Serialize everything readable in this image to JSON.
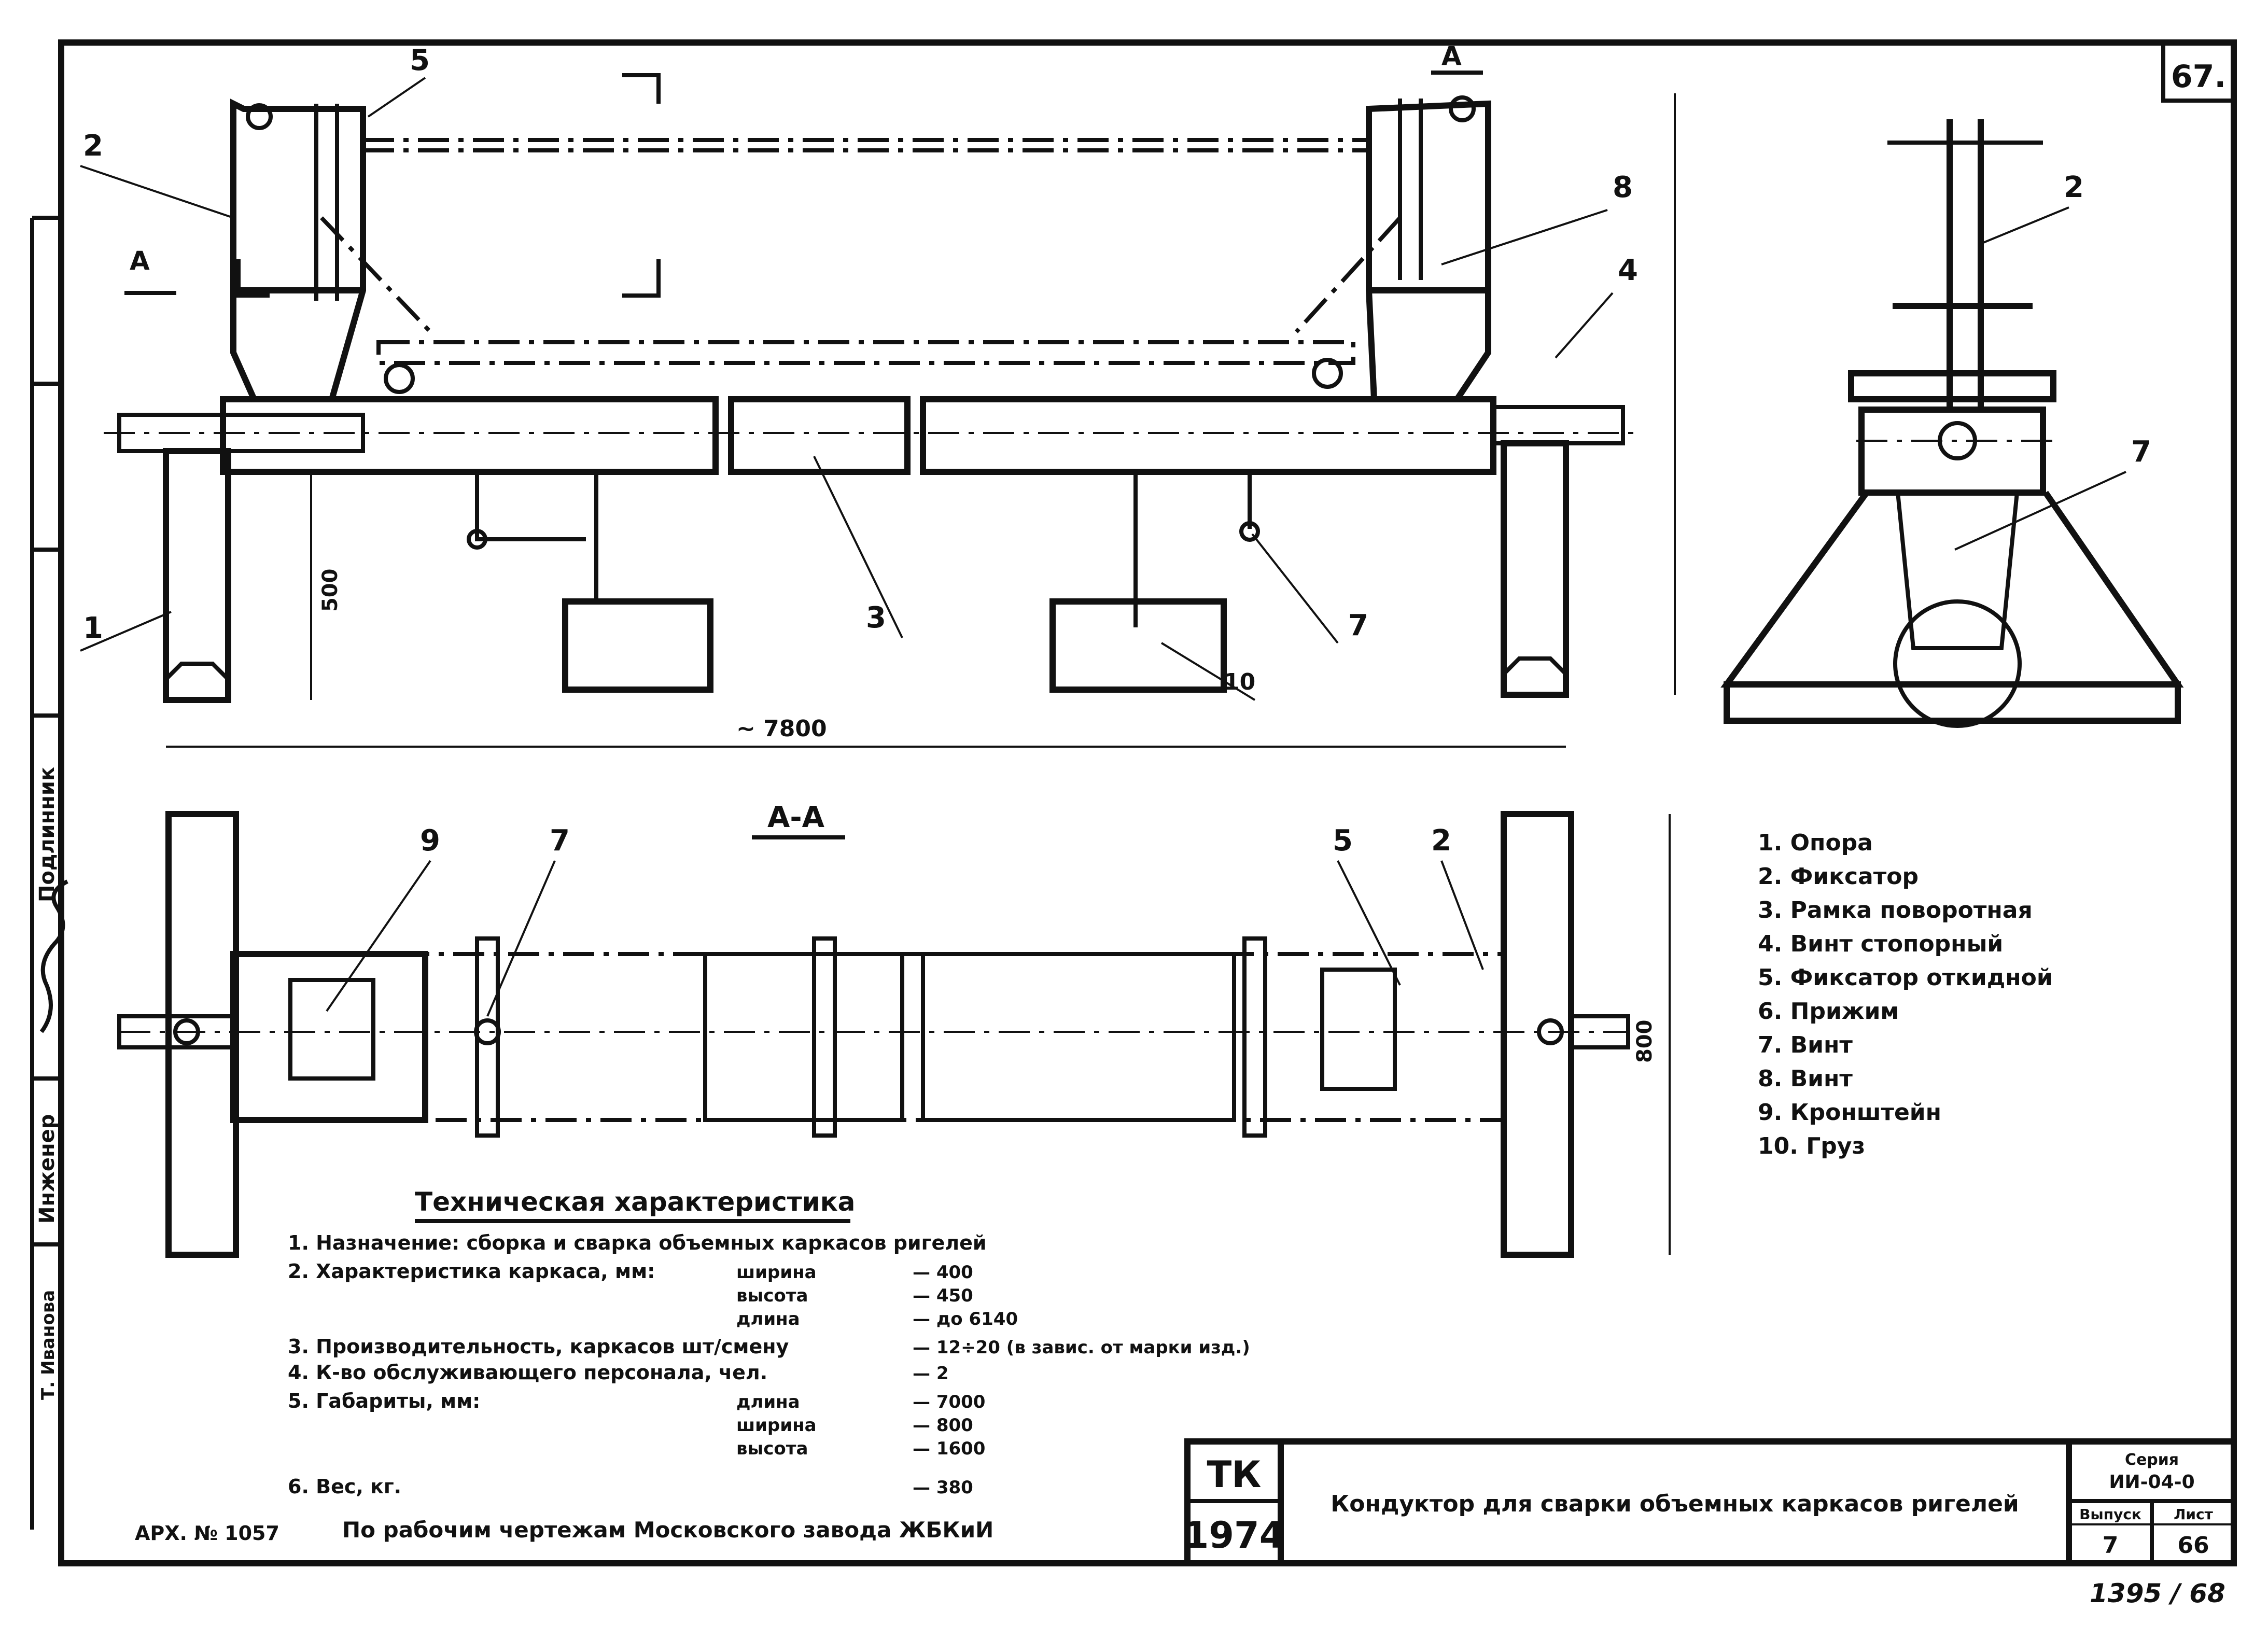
{
  "sheet": {
    "page_number": "67.",
    "bottom_right_note": "1395 / 68",
    "archive_no": "АРХ. № 1057",
    "source_note": "По рабочим чертежам Московского завода ЖБКиИ",
    "side_stamp": [
      "Подлинник",
      "Инженер",
      "Т. Иванова"
    ]
  },
  "front_view": {
    "section_mark_left": "А",
    "section_mark_right": "А",
    "callouts": [
      "1",
      "2",
      "3",
      "4",
      "5",
      "7",
      "8",
      "10"
    ],
    "dim_height": "500",
    "dim_length": "~ 7800"
  },
  "side_view": {
    "callouts": [
      "2",
      "7"
    ]
  },
  "plan_view": {
    "title": "А-А",
    "callouts": [
      "9",
      "7",
      "5",
      "2"
    ],
    "dim_width": "800"
  },
  "legend": {
    "items": [
      "1. Опора",
      "2. Фиксатор",
      "3. Рамка поворотная",
      "4. Винт стопорный",
      "5. Фиксатор откидной",
      "6. Прижим",
      "7. Винт",
      "8. Винт",
      "9. Кронштейн",
      "10. Груз"
    ]
  },
  "specs": {
    "title": "Техническая характеристика",
    "rows": [
      {
        "label": "1. Назначение: сборка и сварка объемных каркасов ригелей",
        "sub": "",
        "value": ""
      },
      {
        "label": "2. Характеристика каркаса, мм:",
        "sub": "ширина",
        "value": "— 400"
      },
      {
        "label": "",
        "sub": "высота",
        "value": "— 450"
      },
      {
        "label": "",
        "sub": "длина",
        "value": "— до 6140"
      },
      {
        "label": "3. Производительность, каркасов шт/смену",
        "sub": "",
        "value": "— 12÷20 (в завис. от марки изд.)"
      },
      {
        "label": "4. К-во обслуживающего персонала, чел.",
        "sub": "",
        "value": "— 2"
      },
      {
        "label": "5. Габариты, мм:",
        "sub": "длина",
        "value": "— 7000"
      },
      {
        "label": "",
        "sub": "ширина",
        "value": "— 800"
      },
      {
        "label": "",
        "sub": "высота",
        "value": "— 1600"
      },
      {
        "label": "6. Вес, кг.",
        "sub": "",
        "value": "— 380"
      }
    ]
  },
  "title_block": {
    "code": "ТК",
    "year": "1974",
    "title": "Кондуктор для сварки объемных каркасов ригелей",
    "series_label": "Серия",
    "series_value": "ИИ-04-0",
    "issue_label": "Выпуск",
    "issue_value": "7",
    "sheet_label": "Лист",
    "sheet_value": "66"
  }
}
